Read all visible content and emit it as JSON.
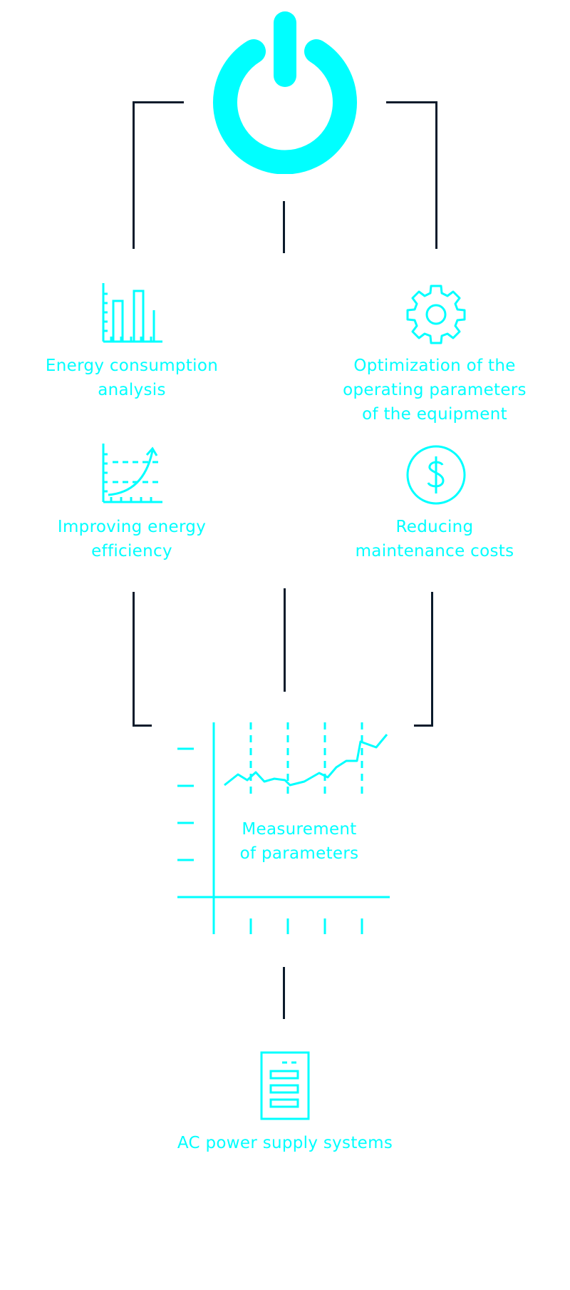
{
  "colors": {
    "accent": "#00ffff",
    "connector": "#0b1b2b",
    "background": "#ffffff"
  },
  "nodes": {
    "power": {
      "icon": "power-icon"
    },
    "energy_analysis": {
      "icon": "bar-chart-icon",
      "lines": [
        "Energy consumption",
        "analysis"
      ]
    },
    "optimization": {
      "icon": "gear-icon",
      "lines": [
        "Optimization of the",
        "operating parameters",
        "of the equipment"
      ]
    },
    "efficiency": {
      "icon": "growth-curve-icon",
      "lines": [
        "Improving energy",
        "efficiency"
      ]
    },
    "maintenance": {
      "icon": "dollar-icon",
      "lines": [
        "Reducing",
        "maintenance costs"
      ]
    },
    "measurement": {
      "icon": "line-chart-icon",
      "lines": [
        "Measurement",
        "of parameters"
      ]
    },
    "ac_power": {
      "icon": "server-rack-icon",
      "lines": [
        "AC power supply systems"
      ]
    }
  }
}
